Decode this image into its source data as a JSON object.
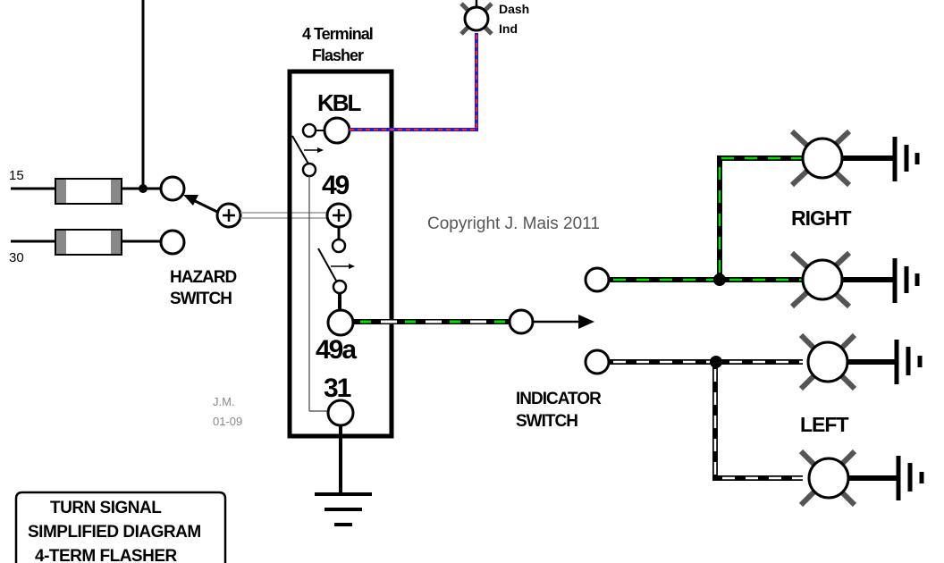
{
  "diagram": {
    "flasher_title_line1": "4 Terminal",
    "flasher_title_line2": "Flasher",
    "terminals": {
      "kbl": "KBL",
      "t49": "49",
      "t49a": "49a",
      "t31": "31"
    },
    "inputs": {
      "in15": "15",
      "in30": "30"
    },
    "dash_line1": "Dash",
    "dash_line2": "Ind",
    "copyright": "Copyright J. Mais 2011",
    "hazard_line1": "HAZARD",
    "hazard_line2": "SWITCH",
    "indicator_line1": "INDICATOR",
    "indicator_line2": "SWITCH",
    "right_label": "RIGHT",
    "left_label": "LEFT",
    "initials": "J.M.",
    "date": "01-09",
    "title_box": {
      "line1": "TURN SIGNAL",
      "line2": "SIMPLIFIED DIAGRAM",
      "line3": "4-TERM FLASHER"
    },
    "colors": {
      "wire": "#000000",
      "green_trace": "#00e000",
      "white_trace": "#ffffff",
      "dash_red": "#ff2020",
      "dash_blue": "#1a1aff",
      "lamp_rays": "#555555",
      "fuse_end": "#888888"
    }
  }
}
